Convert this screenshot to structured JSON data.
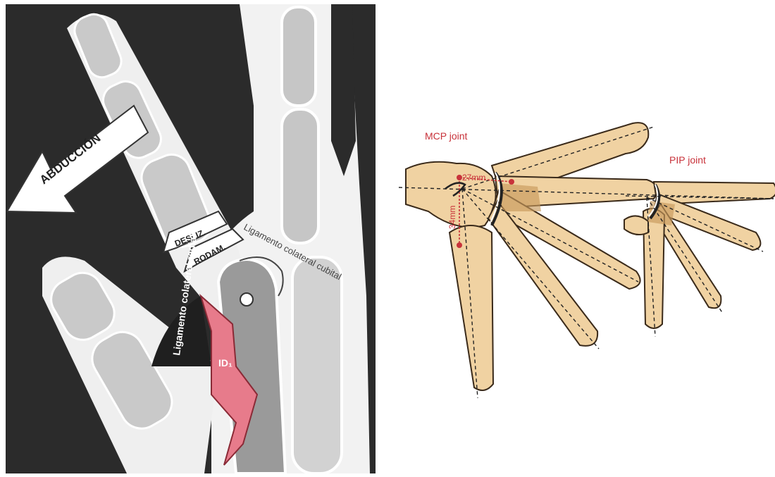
{
  "left": {
    "abduction_label": "ABDUCCIÓN",
    "sliding_label": "DESLIZ.",
    "rolling_label": "RODAM.",
    "ulnar_ligament_label": "Ligamento colateral cubital",
    "radial_ligament_label": "Ligamento colateral radial",
    "muscle_label": "ID₁"
  },
  "right": {
    "mcp_label": "MCP joint",
    "pip_label": "PIP joint",
    "width_measure": "27mm",
    "height_measure": "34mm"
  },
  "colors": {
    "bone_fill": "#f0d2a2",
    "bone_dark": "#c89a5c",
    "accent_red": "#c8323a",
    "muscle_pink": "#e77b8b",
    "panel_bg": "#2a2a2a",
    "bone_gray": "#b9b9b9",
    "bone_light": "#e2e2e2"
  }
}
